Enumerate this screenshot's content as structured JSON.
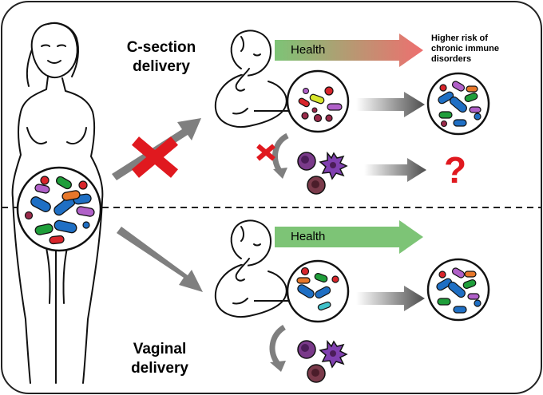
{
  "labels": {
    "csection": "C-section\ndelivery",
    "vaginal": "Vaginal\ndelivery",
    "health_top": "Health",
    "health_bottom": "Health",
    "outcome": "Higher risk of\nchronic immune\ndisorders",
    "question": "?"
  },
  "colors": {
    "health_gradient_start": "#7dc476",
    "health_gradient_end": "#ee6f6f",
    "health_green": "#7dc476",
    "block_red": "#e0191f",
    "arrow_gray": "#7f7f7f",
    "bacteria_blue": "#1f6fc4",
    "bacteria_green": "#1f9e3a",
    "bacteria_orange": "#e7772a",
    "bacteria_purple": "#b060c8",
    "bacteria_red": "#d8252b",
    "bacteria_yellow": "#d8e62b",
    "bacteria_maroon": "#9a2a4a",
    "bacteria_cyan": "#3fc1c9",
    "immune_purple": "#7a3a8a"
  },
  "icons": {
    "mother": "mother-figure-icon",
    "baby": "baby-icon",
    "immune": "immune-cells-icon"
  }
}
